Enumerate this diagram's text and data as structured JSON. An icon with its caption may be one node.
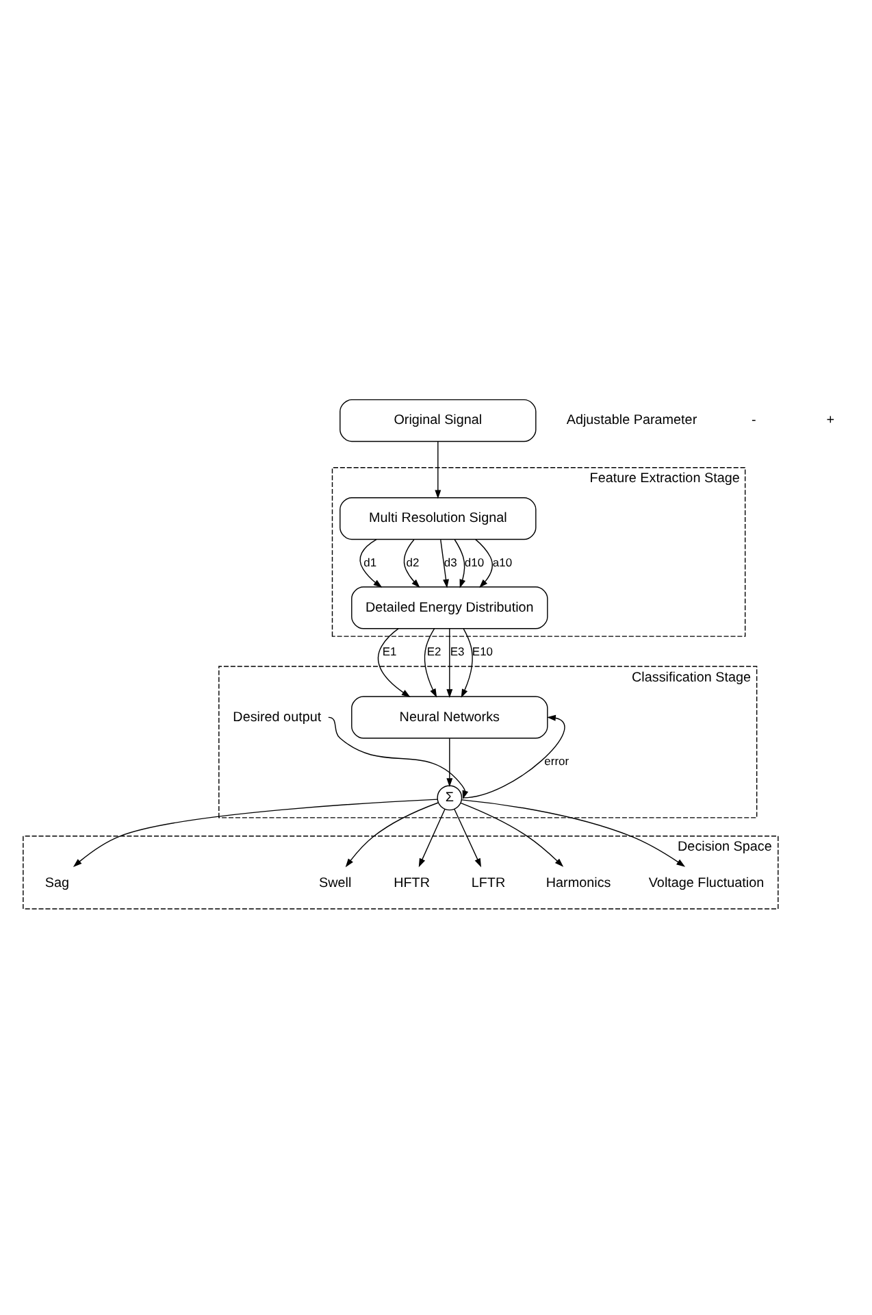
{
  "diagram": {
    "nodes": [
      {
        "text": [
          "Original Signal"
        ]
      },
      {
        "text": [
          "Feature Extraction Stage"
        ]
      },
      {
        "text": [
          "Multi Resolution Signal"
        ],
        "in": 1
      },
      {
        "text": [
          "Detailed Energy Distribution"
        ],
        "in": 1
      },
      {
        "text": [
          "Classification Stage"
        ]
      },
      {
        "text": [
          "Neural Networks"
        ],
        "in": 4
      },
      {
        "text": [
          "Σ"
        ],
        "in": 4
      },
      {
        "text": [
          "Desired output"
        ],
        "in": 4
      },
      {
        "text": [
          "Decision Space"
        ]
      },
      {
        "text": [
          "Sag"
        ],
        "in": 8
      },
      {
        "text": [
          "Swell"
        ],
        "in": 8
      },
      {
        "text": [
          "HFTR"
        ],
        "in": 8
      },
      {
        "text": [
          "LFTR"
        ],
        "in": 8
      },
      {
        "text": [
          "Harmonics"
        ],
        "in": 8
      },
      {
        "text": [
          "Voltage Fluctuation"
        ],
        "in": 8
      }
    ],
    "edges": [
      {
        "from": 0,
        "to": 2,
        "arrow": "to"
      },
      {
        "from": 2,
        "to": 3,
        "arrow": "to",
        "label": "d1"
      },
      {
        "from": 2,
        "to": 3,
        "arrow": "to",
        "label": "d2"
      },
      {
        "from": 2,
        "to": 3,
        "arrow": "to",
        "label": "d3"
      },
      {
        "from": 2,
        "to": 3,
        "arrow": "to",
        "label": "d10"
      },
      {
        "from": 2,
        "to": 3,
        "arrow": "to",
        "label": "a10"
      },
      {
        "from": 3,
        "to": 5,
        "arrow": "to",
        "label": "E1"
      },
      {
        "from": 3,
        "to": 5,
        "arrow": "to",
        "label": "E2"
      },
      {
        "from": 3,
        "to": 5,
        "arrow": "to",
        "label": "E3"
      },
      {
        "from": 3,
        "to": 5,
        "arrow": "to",
        "label": "E10"
      },
      {
        "from": 5,
        "to": 6,
        "arrow": "to"
      },
      {
        "from": 7,
        "to": 6,
        "arrow": "to"
      },
      {
        "from": 6,
        "to": 5,
        "arrow": "to",
        "label": "error"
      },
      {
        "from": 6,
        "to": 9,
        "arrow": "to"
      },
      {
        "from": 6,
        "to": 10,
        "arrow": "to"
      },
      {
        "from": 6,
        "to": 11,
        "arrow": "to"
      },
      {
        "from": 6,
        "to": 12,
        "arrow": "to"
      },
      {
        "from": 6,
        "to": 13,
        "arrow": "to"
      },
      {
        "from": 6,
        "to": 14,
        "arrow": "to"
      }
    ],
    "labels": [
      "Adjustable Parameter",
      "-",
      "+"
    ]
  }
}
